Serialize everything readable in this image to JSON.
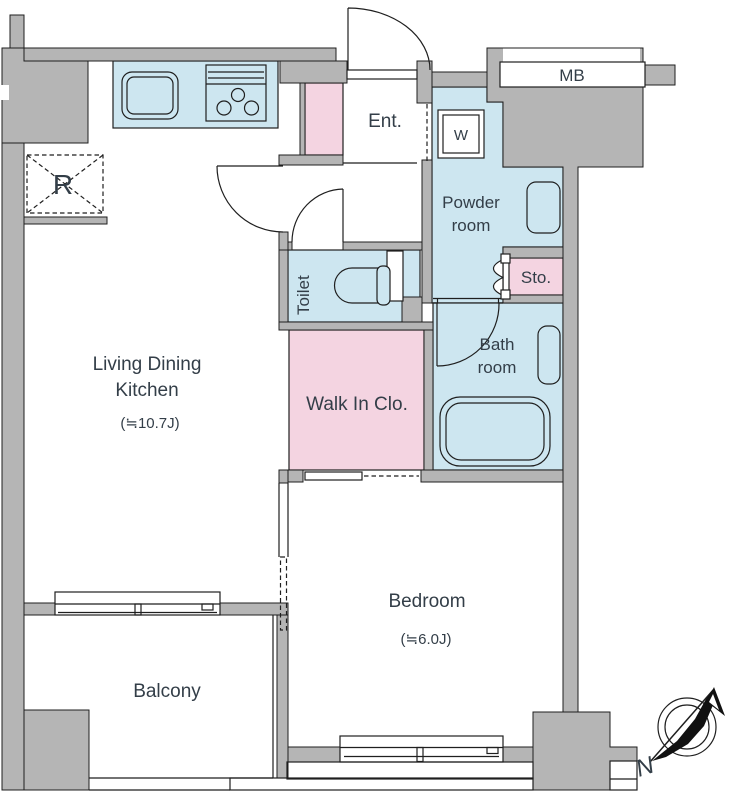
{
  "rooms": {
    "ldk": {
      "name": "Living Dining Kitchen",
      "name_line1": "Living Dining",
      "name_line2": "Kitchen",
      "size": "(≒10.7J)"
    },
    "entrance": {
      "name": "Ent."
    },
    "powder_room": {
      "name_line1": "Powder",
      "name_line2": "room"
    },
    "washing_machine": {
      "label": "W"
    },
    "meter_box": {
      "label": "MB"
    },
    "toilet": {
      "name": "Toilet"
    },
    "storage": {
      "name": "Sto."
    },
    "bathroom": {
      "name_line1": "Bath",
      "name_line2": "room"
    },
    "walk_in_closet": {
      "name": "Walk  In Clo."
    },
    "bedroom": {
      "name": "Bedroom",
      "size": "(≒6.0J)"
    },
    "balcony": {
      "name": "Balcony"
    },
    "refrigerator": {
      "label": "R"
    }
  },
  "compass": {
    "label": "N"
  },
  "colors": {
    "wall": "#b5b5b5",
    "wet_area": "#cde6f0",
    "closet": "#f4d4e1",
    "line": "#1f1f1f",
    "text": "#333e48"
  }
}
